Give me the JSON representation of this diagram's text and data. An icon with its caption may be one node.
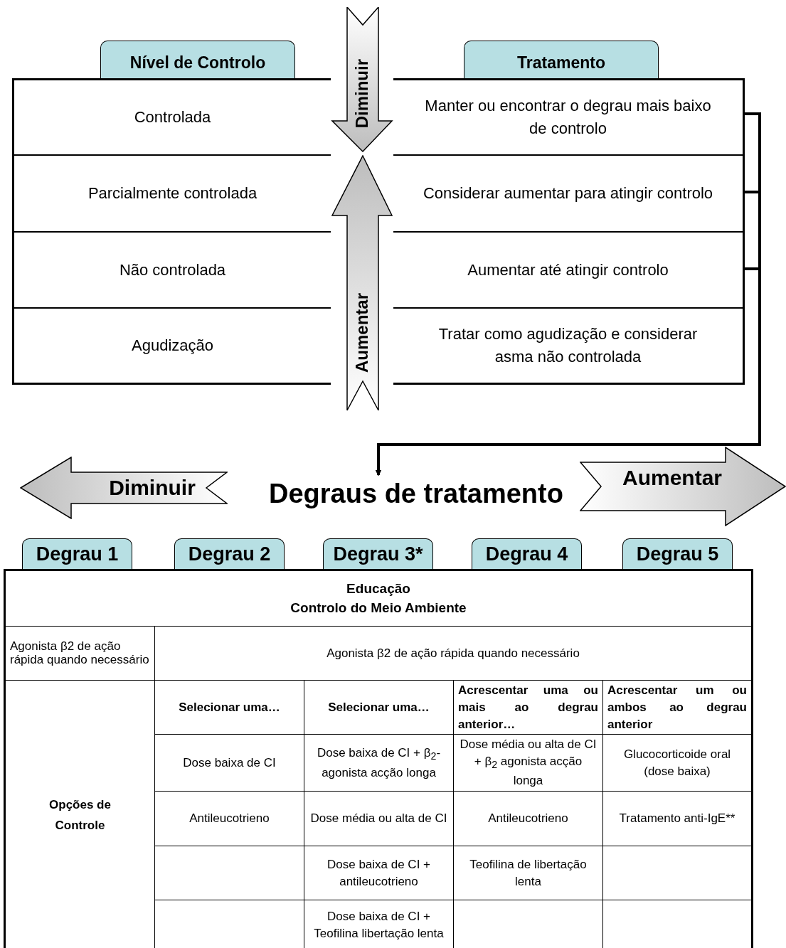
{
  "diagram": {
    "nodes": [
      {
        "text": [
          "Nível de Controlo"
        ]
      },
      {
        "text": [
          "Tratamento"
        ]
      },
      {
        "text": [
          "Diminuir"
        ]
      },
      {
        "text": [
          "Controlada"
        ]
      },
      {
        "text": [
          "Manter ou encontrar o degrau mais baixo de controlo"
        ]
      },
      {
        "text": [
          "Aumentar"
        ]
      },
      {
        "text": [
          "Parcialmente controlada"
        ]
      },
      {
        "text": [
          "Considerar aumentar para atingir controlo"
        ]
      },
      {
        "text": [
          "Não controlada"
        ]
      },
      {
        "text": [
          "Aumentar até atingir controlo"
        ]
      },
      {
        "text": [
          "Agudização"
        ]
      },
      {
        "text": [
          "Tratar como agudização e considerar asma não controlada"
        ]
      },
      {
        "text": [
          "Diminuir"
        ]
      },
      {
        "text": [
          "Degraus de tratamento"
        ]
      },
      {
        "text": [
          "Aumentar"
        ]
      },
      {
        "text": [
          "Degrau 1"
        ]
      },
      {
        "text": [
          "Degrau 2"
        ]
      },
      {
        "text": [
          "Degrau 3*"
        ]
      },
      {
        "text": [
          "Degrau 4"
        ]
      },
      {
        "text": [
          "Degrau 5"
        ]
      }
    ],
    "edges": [
      {
        "from": 4,
        "to": 13,
        "arrow": "to"
      },
      {
        "from": 7,
        "to": 13,
        "arrow": "to"
      },
      {
        "from": 9,
        "to": 13,
        "arrow": "to"
      }
    ],
    "labels": [
      "Educação",
      "Controlo do Meio Ambiente",
      "Agonista β2 de ação rápida quando necessário",
      "Agonista β2 de ação rápida quando necessário",
      "Opções de Controle",
      "Selecionar uma…",
      "Selecionar uma…",
      "Acrescentar uma ou mais ao degrau anterior…",
      "Acrescentar um ou ambos ao degrau anterior",
      "Dose baixa de CI",
      "Dose baixa de CI + β$_{2}$-agonista acção longa",
      "Dose média ou alta de CI + β$_{2}$ agonista acção longa",
      "Glucocorticoide oral (dose baixa)",
      "Antileucotrieno",
      "Dose média ou alta de CI",
      "Antileucotrieno",
      "Tratamento anti-IgE**",
      "Dose baixa de CI + antileucotrieno",
      "Teofilina de libertação lenta",
      "Dose baixa de CI + Teofilina libertação lenta"
    ]
  }
}
